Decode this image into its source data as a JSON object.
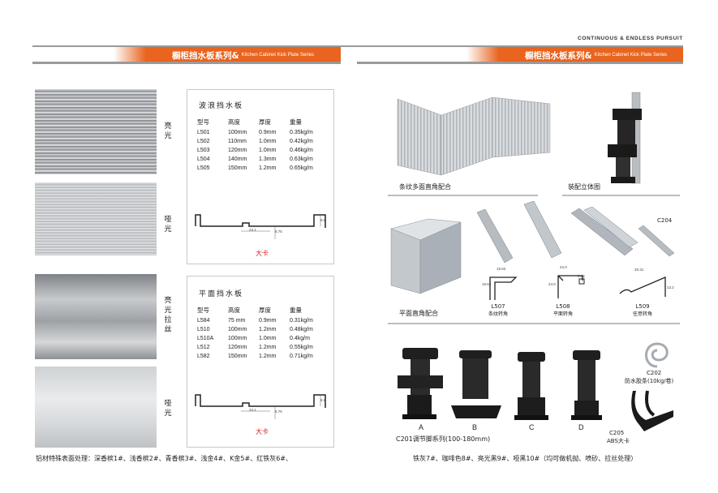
{
  "header": {
    "tagline": "CONTINUOUS & ENDLESS PURSUIT",
    "left_title_zh": "橱柜挡水板系列&",
    "left_title_en": "Kitchen Cabinet Kick Plate Series",
    "right_title_zh": "橱柜挡水板系列&",
    "right_title_en": "Kitchen Cabinet Kick Plate Series",
    "accent_color": "#e8641f"
  },
  "finishes": {
    "glossy": "亮光",
    "matte1": "哑光",
    "brushed": "亮光拉丝",
    "matte2": "哑光"
  },
  "wave_panel": {
    "title": "波浪挡水板",
    "headers": [
      "型号",
      "高度",
      "厚度",
      "重量"
    ],
    "rows": [
      [
        "L501",
        "100mm",
        "0.9mm",
        "0.35kg/m"
      ],
      [
        "L502",
        "110mm",
        "1.0mm",
        "0.42kg/m"
      ],
      [
        "L503",
        "120mm",
        "1.0mm",
        "0.46kg/m"
      ],
      [
        "L504",
        "140mm",
        "1.3mm",
        "0.63kg/m"
      ],
      [
        "L505",
        "150mm",
        "1.2mm",
        "0.65kg/m"
      ]
    ],
    "dim_width": "23.1",
    "dim_mid": "8.75",
    "dim_right": "9.8",
    "clip_label": "大卡"
  },
  "flat_panel": {
    "title": "平面挡水板",
    "headers": [
      "型号",
      "高度",
      "厚度",
      "重量"
    ],
    "rows": [
      [
        "L584",
        "75 mm",
        "0.9mm",
        "0.31kg/m"
      ],
      [
        "L510",
        "100mm",
        "1.2mm",
        "0.48kg/m"
      ],
      [
        "L510A",
        "100mm",
        "1.0mm",
        "0.4kg/m"
      ],
      [
        "L512",
        "120mm",
        "1.2mm",
        "0.55kg/m"
      ],
      [
        "L582",
        "150mm",
        "1.2mm",
        "0.71kg/m"
      ]
    ],
    "dim_width": "23.1",
    "dim_mid": "8.75",
    "dim_right": "9.8",
    "clip_label": "大卡"
  },
  "left_footer": "铝材特殊表面处理：深香槟1#、浅香槟2#、青香槟3#、浅金4#、K金5#、红铁灰6#、",
  "right": {
    "corner_caption": "条纹多面直角配合",
    "assembly_caption": "装配立体图",
    "flat_corner_caption": "平面直角配合",
    "c204": "C204",
    "l507": {
      "code": "L507",
      "name": "条纹转角",
      "d1": "19.62",
      "d2": "19.62"
    },
    "l508": {
      "code": "L508",
      "name": "平面转角",
      "d1": "24.0",
      "d2": "24.0",
      "d3": "5.95"
    },
    "l509": {
      "code": "L509",
      "name": "任意转角",
      "d1": "29.31",
      "d2": "13.2"
    },
    "c202_code": "C202",
    "c202_name": "防水胶条(10kg/卷)",
    "feet_letters": [
      "A",
      "B",
      "C",
      "D"
    ],
    "c201": "C201调节脚系列(100-180mm)",
    "c205_code": "C205",
    "c205_name": "ABS大卡"
  },
  "right_footer": "铁灰7#、咖啡色8#、亮光黑9#、哑黑10#（均可做机抛、喷砂、拉丝处理）"
}
